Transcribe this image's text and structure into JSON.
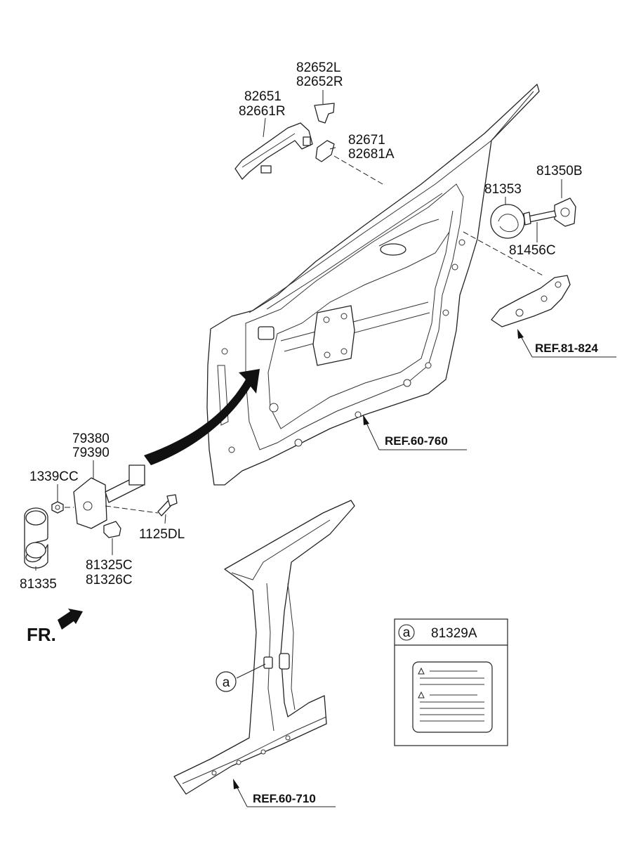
{
  "labels": {
    "p82652": [
      "82652L",
      "82652R"
    ],
    "p82651": [
      "82651",
      "82661R"
    ],
    "p82671": [
      "82671",
      "82681A"
    ],
    "p81353": "81353",
    "p81350B": "81350B",
    "p81456C": "81456C",
    "p79380": [
      "79380",
      "79390"
    ],
    "p1339CC": "1339CC",
    "p1125DL": "1125DL",
    "p81325C": [
      "81325C",
      "81326C"
    ],
    "p81335": "81335",
    "ref_81_824": "REF.81-824",
    "ref_60_760": "REF.60-760",
    "ref_60_710": "REF.60-710",
    "front": "FR.",
    "callout_letter": "a"
  },
  "legend_box": {
    "letter": "a",
    "part_number": "81329A"
  }
}
